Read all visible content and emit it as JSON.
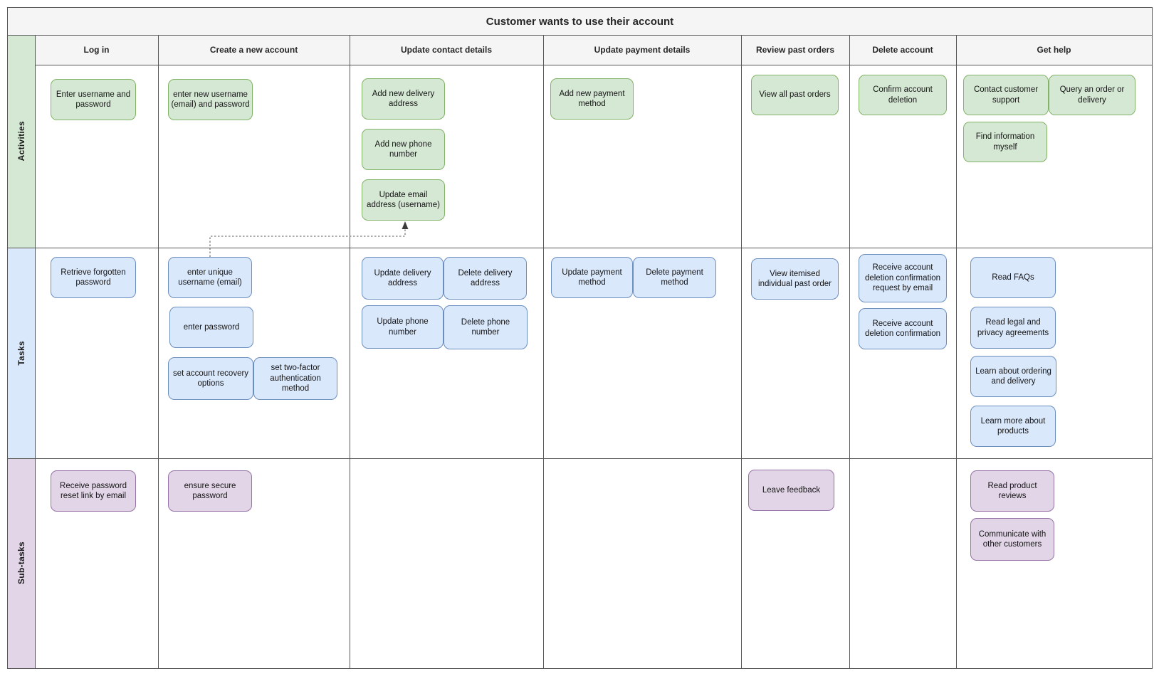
{
  "title": "Customer wants to use their account",
  "rows": [
    "Activities",
    "Tasks",
    "Sub-tasks"
  ],
  "columns": [
    "Log in",
    "Create a new account",
    "Update contact details",
    "Update payment details",
    "Review past orders",
    "Delete account",
    "Get help"
  ],
  "colors": {
    "activity_fill": "#d5e8d4",
    "activity_border": "#82b366",
    "task_fill": "#dae8fc",
    "task_border": "#6c8ebf",
    "subtask_fill": "#e1d5e7",
    "subtask_border": "#9673a6",
    "header_fill": "#f5f5f5",
    "grid_line": "#565656"
  },
  "connector": {
    "from": "enter unique username (email)",
    "to": "Update email address (username)",
    "style": "dashed-arrow"
  },
  "cards": [
    {
      "text": "Enter username and password",
      "type": "activity",
      "column": "Log in"
    },
    {
      "text": "enter new username (email) and password",
      "type": "activity",
      "column": "Create a new account"
    },
    {
      "text": "Add new delivery address",
      "type": "activity",
      "column": "Update contact details"
    },
    {
      "text": "Add new phone number",
      "type": "activity",
      "column": "Update contact details"
    },
    {
      "text": "Update email address (username)",
      "type": "activity",
      "column": "Update contact details"
    },
    {
      "text": "Add new payment method",
      "type": "activity",
      "column": "Update payment details"
    },
    {
      "text": "View all past orders",
      "type": "activity",
      "column": "Review past orders"
    },
    {
      "text": "Confirm account deletion",
      "type": "activity",
      "column": "Delete account"
    },
    {
      "text": "Contact customer support",
      "type": "activity",
      "column": "Get help"
    },
    {
      "text": "Query an order or delivery",
      "type": "activity",
      "column": "Get help"
    },
    {
      "text": "Find information myself",
      "type": "activity",
      "column": "Get help"
    },
    {
      "text": "Retrieve forgotten password",
      "type": "task",
      "column": "Log in"
    },
    {
      "text": "enter unique username (email)",
      "type": "task",
      "column": "Create a new account"
    },
    {
      "text": "enter password",
      "type": "task",
      "column": "Create a new account"
    },
    {
      "text": "set account recovery options",
      "type": "task",
      "column": "Create a new account"
    },
    {
      "text": "set two-factor authentication method",
      "type": "task",
      "column": "Create a new account"
    },
    {
      "text": "Update delivery address",
      "type": "task",
      "column": "Update contact details"
    },
    {
      "text": "Delete delivery address",
      "type": "task",
      "column": "Update contact details"
    },
    {
      "text": "Update phone number",
      "type": "task",
      "column": "Update contact details"
    },
    {
      "text": "Delete phone number",
      "type": "task",
      "column": "Update contact details"
    },
    {
      "text": "Update payment method",
      "type": "task",
      "column": "Update payment details"
    },
    {
      "text": "Delete payment method",
      "type": "task",
      "column": "Update payment details"
    },
    {
      "text": "View itemised individual past order",
      "type": "task",
      "column": "Review past orders"
    },
    {
      "text": "Receive account deletion confirmation request by email",
      "type": "task",
      "column": "Delete account"
    },
    {
      "text": "Receive account deletion confirmation",
      "type": "task",
      "column": "Delete account"
    },
    {
      "text": "Read FAQs",
      "type": "task",
      "column": "Get help"
    },
    {
      "text": "Read legal and privacy agreements",
      "type": "task",
      "column": "Get help"
    },
    {
      "text": "Learn about ordering and delivery",
      "type": "task",
      "column": "Get help"
    },
    {
      "text": "Learn more about products",
      "type": "task",
      "column": "Get help"
    },
    {
      "text": "Receive password reset link by email",
      "type": "subtask",
      "column": "Log in"
    },
    {
      "text": "ensure secure password",
      "type": "subtask",
      "column": "Create a new account"
    },
    {
      "text": "Leave feedback",
      "type": "subtask",
      "column": "Review past orders"
    },
    {
      "text": "Read product reviews",
      "type": "subtask",
      "column": "Get help"
    },
    {
      "text": "Communicate with other customers",
      "type": "subtask",
      "column": "Get help"
    }
  ]
}
